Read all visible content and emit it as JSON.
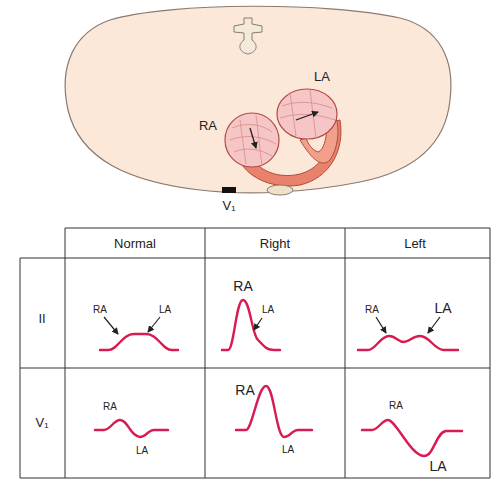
{
  "diagram": {
    "labels": [
      "LA",
      "RA",
      "V₁",
      "Normal",
      "Right",
      "Left",
      "II",
      "V₁",
      "RA",
      "LA",
      "RA",
      "LA",
      "RA",
      "LA",
      "RA",
      "LA",
      "RA",
      "LA",
      "RA",
      "LA"
    ]
  }
}
